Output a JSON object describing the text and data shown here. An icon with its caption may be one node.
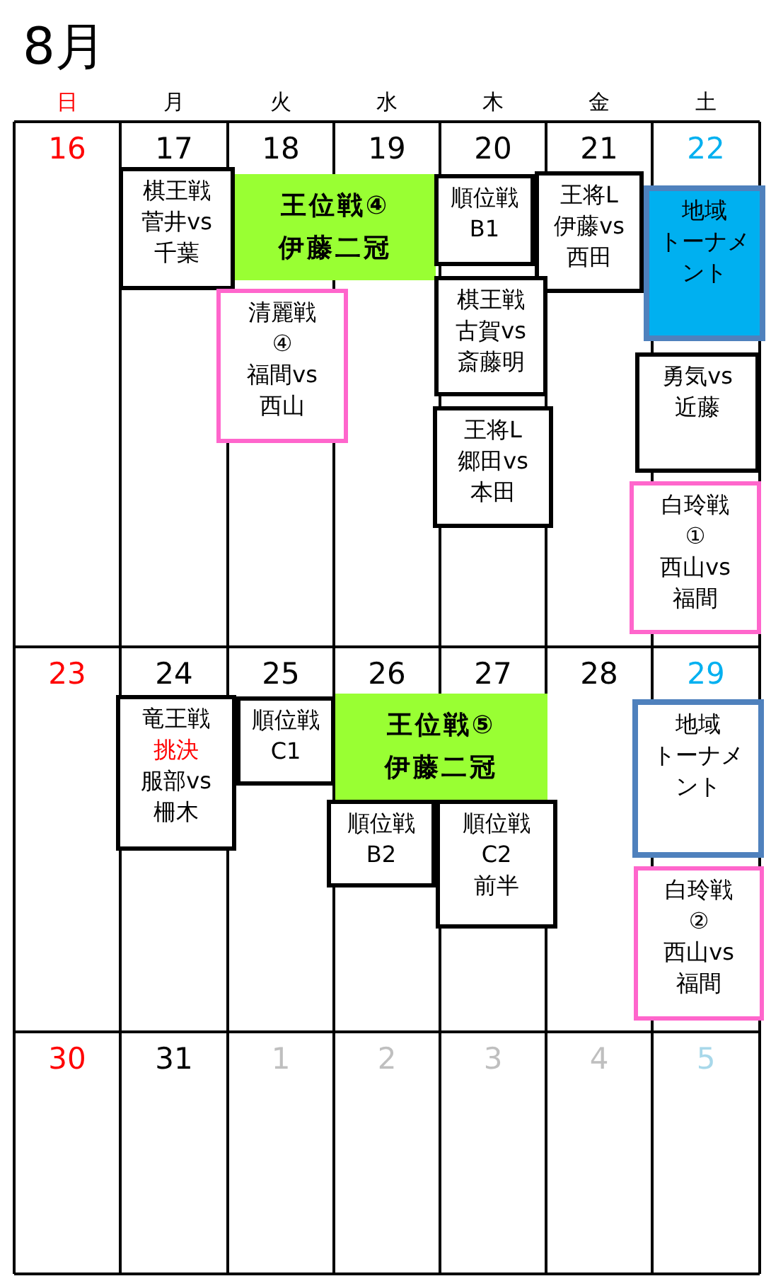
{
  "diagram": {
    "title": "8月",
    "nodes": [
      {
        "text": [
          "棋王戦",
          "菅井vs",
          "千葉"
        ]
      },
      {
        "text": [
          "王位戦④",
          "伊藤二冠"
        ]
      },
      {
        "text": [
          "清麗戦",
          "④",
          "福間vs",
          "西山"
        ]
      },
      {
        "text": [
          "順位戦",
          "B1"
        ]
      },
      {
        "text": [
          "王将L",
          "伊藤vs",
          "西田"
        ]
      },
      {
        "text": [
          "地域",
          "トーナメント"
        ]
      },
      {
        "text": [
          "棋王戦",
          "古賀vs",
          "斎藤明"
        ]
      },
      {
        "text": [
          "王将L",
          "郷田vs",
          "本田"
        ]
      },
      {
        "text": [
          "勇気vs",
          "近藤"
        ]
      },
      {
        "text": [
          "白玲戦",
          "①",
          "西山vs",
          "福間"
        ]
      },
      {
        "text": [
          "竜王戦",
          "挑決",
          "服部vs",
          "柵木"
        ]
      },
      {
        "text": [
          "順位戦",
          "C1"
        ]
      },
      {
        "text": [
          "王位戦⑤",
          "伊藤二冠"
        ]
      },
      {
        "text": [
          "順位戦",
          "B2"
        ]
      },
      {
        "text": [
          "順位戦",
          "C2",
          "前半"
        ]
      },
      {
        "text": [
          "地域",
          "トーナメント"
        ]
      },
      {
        "text": [
          "白玲戦",
          "②",
          "西山vs",
          "福間"
        ]
      }
    ],
    "labels": [
      "日",
      "月",
      "火",
      "水",
      "木",
      "金",
      "土",
      "16",
      "17",
      "18",
      "19",
      "20",
      "21",
      "22",
      "23",
      "24",
      "25",
      "26",
      "27",
      "28",
      "29",
      "30",
      "31",
      "1",
      "2",
      "3",
      "4",
      "5"
    ]
  }
}
